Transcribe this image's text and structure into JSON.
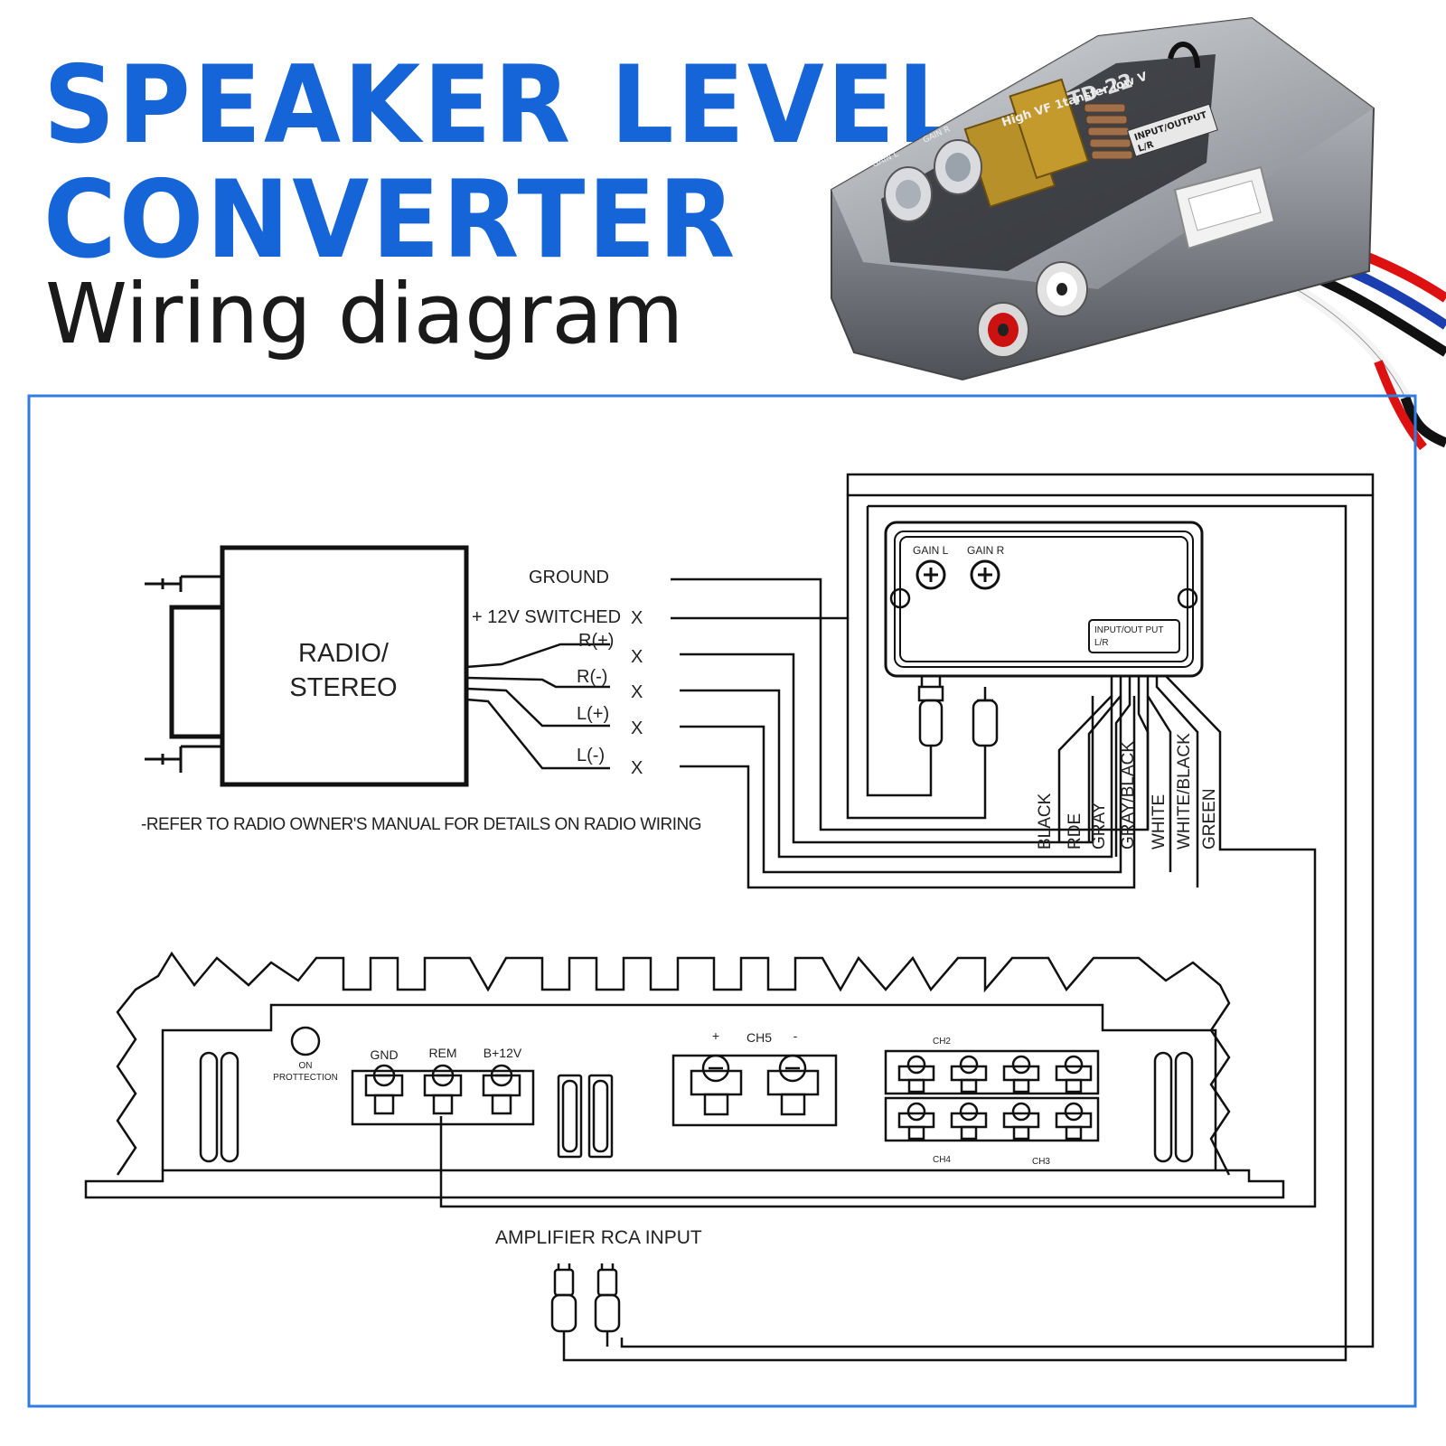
{
  "header": {
    "title_line1": "SPEAKER LEVEL",
    "title_line2": "CONVERTER",
    "subtitle": "Wiring diagram"
  },
  "product": {
    "model": "TD-22",
    "print_line": "High VF 1tansfer low V",
    "label_io": "INPUT/OUTPUT",
    "label_lr": "L/R",
    "label_gain_l": "GAIN L",
    "label_gain_r": "GAIN R"
  },
  "radio": {
    "label_line1": "RADIO/",
    "label_line2": "STEREO",
    "wires": {
      "ground": "GROUND",
      "switched": "+ 12V SWITCHED",
      "rpos": "R(+)",
      "rneg": "R(-)",
      "lpos": "L(+)",
      "lneg": "L(-)",
      "x": "X"
    },
    "note": "-REFER TO RADIO OWNER'S MANUAL FOR DETAILS ON RADIO WIRING"
  },
  "converter": {
    "gain_l": "GAIN L",
    "gain_r": "GAIN R",
    "io_line1": "INPUT/OUT PUT",
    "io_line2": "L/R",
    "wire_colors": [
      "BLACK",
      "RDE",
      "GRAY",
      "GRAY/BLACK",
      "WHITE",
      "WHITE/BLACK",
      "GREEN"
    ]
  },
  "amplifier": {
    "on_protection_1": "ON",
    "on_protection_2": "PROTTECTION",
    "gnd": "GND",
    "rem": "REM",
    "b12": "B+12V",
    "ch5_plus": "+",
    "ch5": "CH5",
    "ch5_minus": "-",
    "ch2": "CH2",
    "ch4": "CH4",
    "ch3": "CH3",
    "rca_input": "AMPLIFIER RCA INPUT"
  },
  "colors": {
    "title_blue": "#1565d8",
    "frame_blue": "#2f7de1",
    "line": "#111111"
  }
}
